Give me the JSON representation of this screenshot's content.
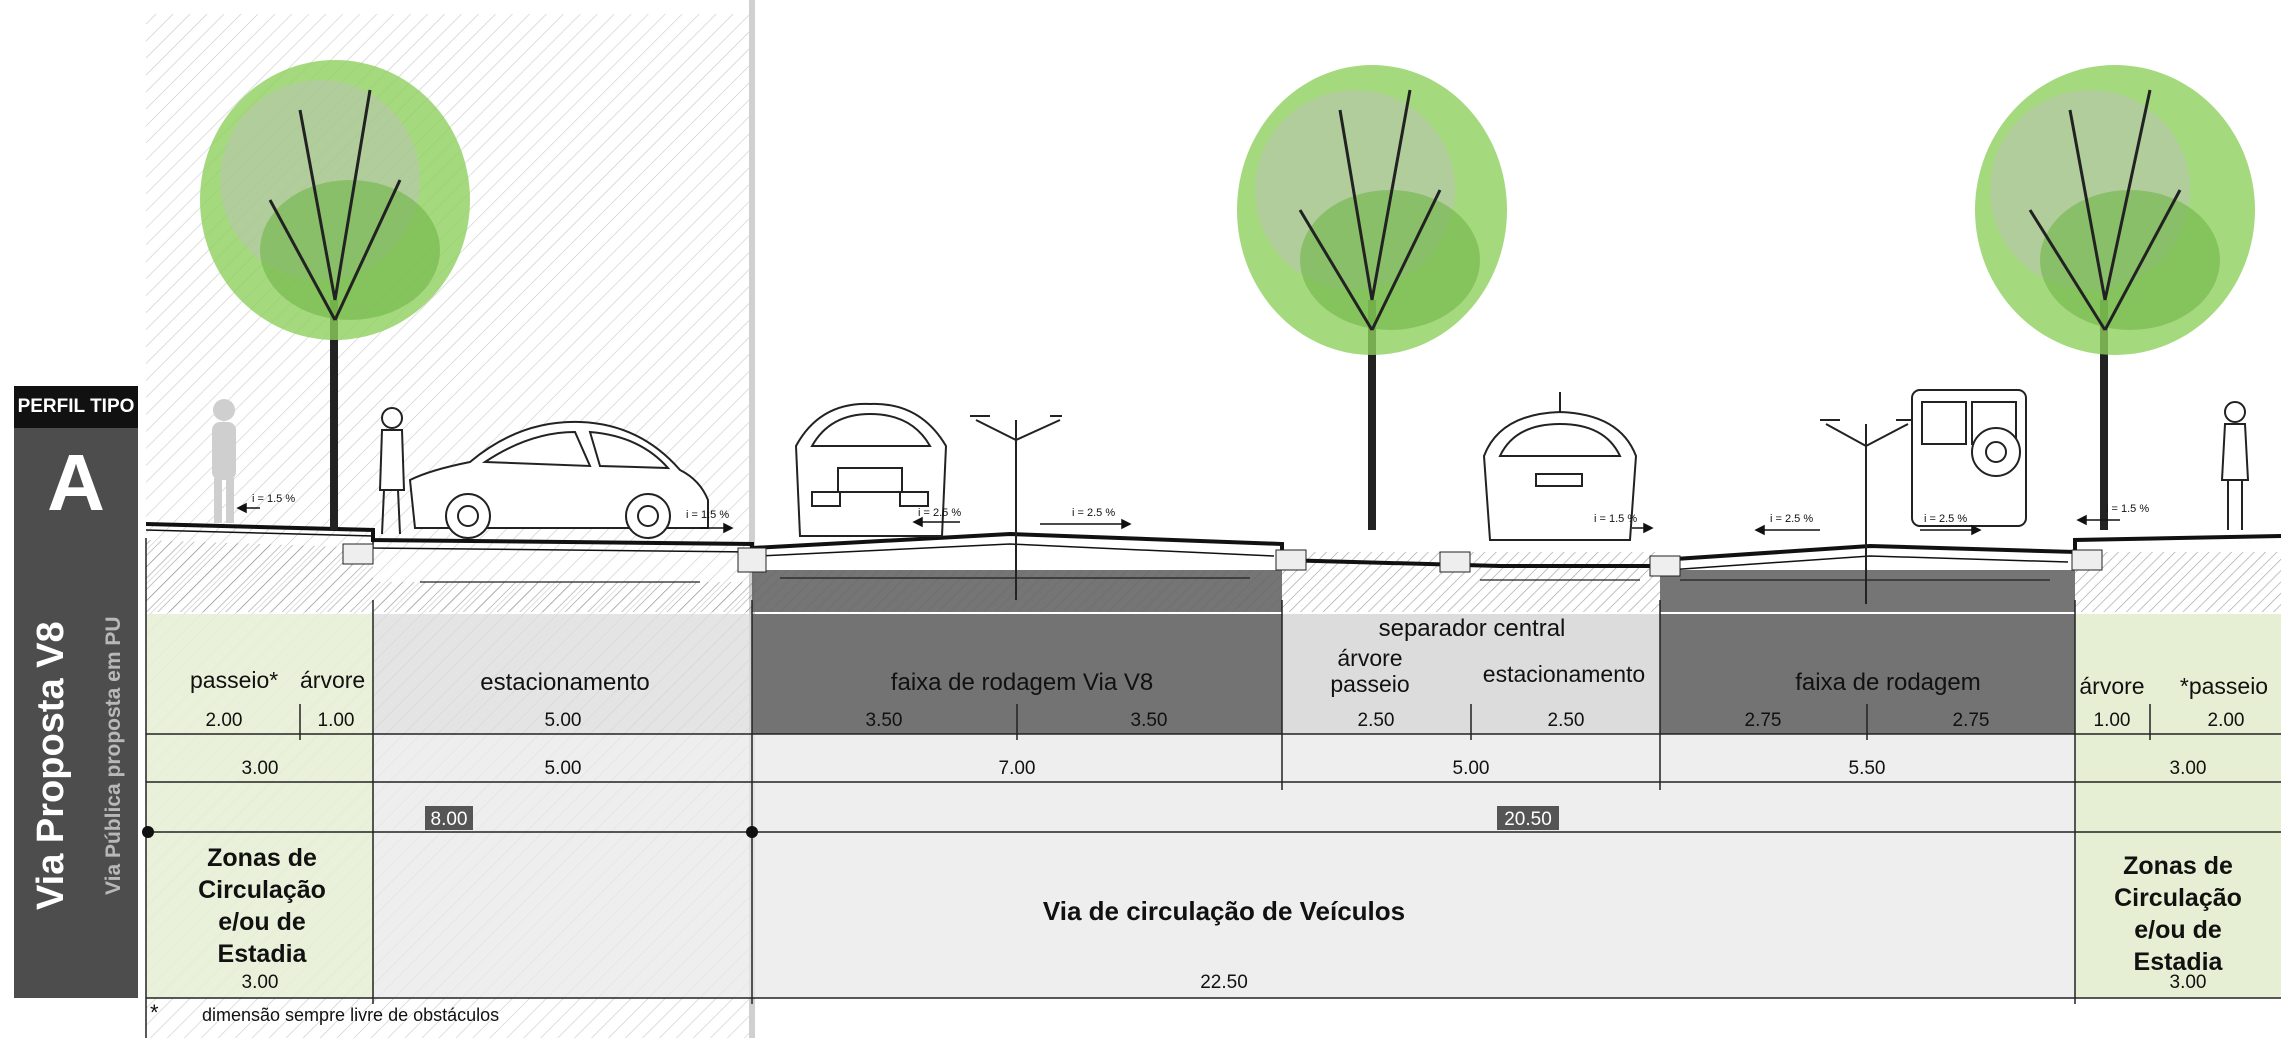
{
  "panel": {
    "perfil": "PERFIL TIPO",
    "letter": "A",
    "title": "Via Proposta V8",
    "subtitle": "Via Pública proposta em PU"
  },
  "slopes": {
    "s1": "i = 1.5 %",
    "s2": "i = 1.5 %",
    "s3": "i = 2.5 %",
    "s4": "i = 2.5 %",
    "s5": "i = 1.5 %",
    "s6": "i = 2.5 %",
    "s7": "i = 2.5 %",
    "s8": "i = 1.5 %"
  },
  "zones": {
    "passeio_left": "passeio*",
    "arvore_left": "árvore",
    "estacionamento_left": "estacionamento",
    "faixa_v8": "faixa de rodagem Via V8",
    "separador": "separador central",
    "arvore_passeio_1": "árvore",
    "arvore_passeio_2": "passeio",
    "estacionamento_right": "estacionamento",
    "faixa_right": "faixa de rodagem",
    "arvore_right": "árvore",
    "passeio_right": "*passeio"
  },
  "dims_row1": [
    "2.00",
    "1.00",
    "5.00",
    "3.50",
    "3.50",
    "2.50",
    "2.50",
    "2.75",
    "2.75",
    "1.00",
    "2.00"
  ],
  "dims_row2": [
    "3.00",
    "5.00",
    "7.00",
    "5.00",
    "5.50",
    "3.00"
  ],
  "dims_row3": [
    "8.00",
    "20.50"
  ],
  "zonas_left": [
    "Zonas de",
    "Circulação",
    "e/ou de",
    "Estadia"
  ],
  "zonas_right": [
    "Zonas de",
    "Circulação",
    "e/ou de",
    "Estadia"
  ],
  "via_circulacao": "Via de circulação de Veículos",
  "dims_row4": [
    "3.00",
    "22.50",
    "3.00"
  ],
  "footnote_star": "*",
  "footnote": "dimensão sempre livre de obstáculos"
}
